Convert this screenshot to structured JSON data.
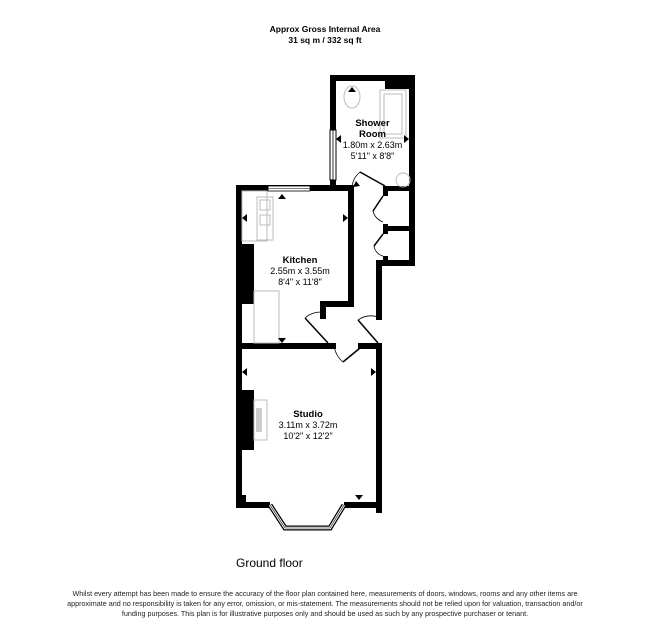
{
  "header": {
    "title": "Approx Gross Internal Area",
    "area": "31 sq m / 332 sq ft"
  },
  "rooms": [
    {
      "name": "Shower Room",
      "name_line1": "Shower",
      "name_line2": "Room",
      "metric": "1.80m x 2.63m",
      "imperial": "5'11\" x 8'8\""
    },
    {
      "name": "Kitchen",
      "metric": "2.55m x 3.55m",
      "imperial": "8'4\" x 11'8\""
    },
    {
      "name": "Studio",
      "metric": "3.11m x 3.72m",
      "imperial": "10'2\" x 12'2\""
    }
  ],
  "floor_label": "Ground floor",
  "disclaimer": "Whilst every attempt has been made to ensure the accuracy of the floor plan contained here, measurements of doors, windows, rooms and any other items are approximate and no responsibility is taken for any error, omission, or mis-statement. The measurements should not be relied upon for valuation, transaction and/or funding purposes. This plan is for illustrative purposes only and should be used as such by any prospective purchaser or tenant.",
  "colors": {
    "wall": "#000000",
    "fixture": "#bbbbbb",
    "background": "#ffffff"
  }
}
